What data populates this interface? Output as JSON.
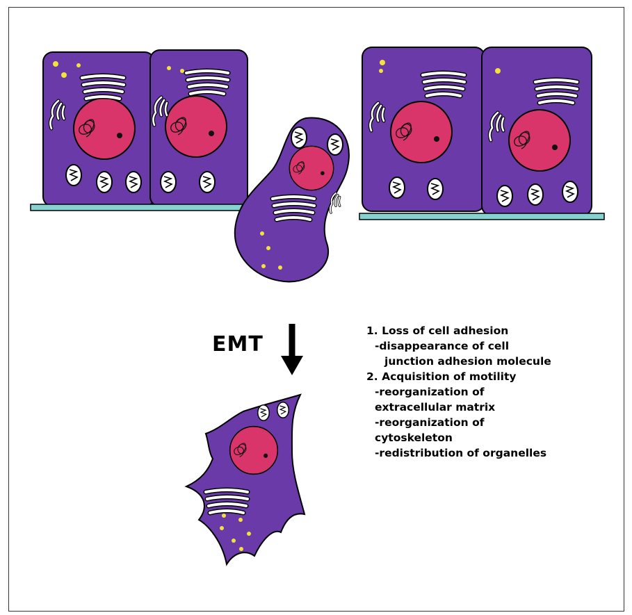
{
  "diagram": {
    "process_label": "EMT",
    "steps": [
      {
        "heading": "1. Loss of cell adhesion",
        "details": [
          "-disappearance of cell",
          "junction adhesion molecule"
        ]
      },
      {
        "heading": "2. Acquisition of motility",
        "details": [
          "-reorganization of",
          "extracellular matrix",
          "-reorganization of",
          "cytoskeleton",
          "-redistribution of organelles"
        ]
      }
    ],
    "colors": {
      "cytoplasm": "#6a3aa8",
      "nucleus": "#d9356a",
      "basement_membrane": "#86d2d0",
      "granules": "#f2e23a",
      "outline": "#000000",
      "organelle": "#ffffff"
    }
  }
}
